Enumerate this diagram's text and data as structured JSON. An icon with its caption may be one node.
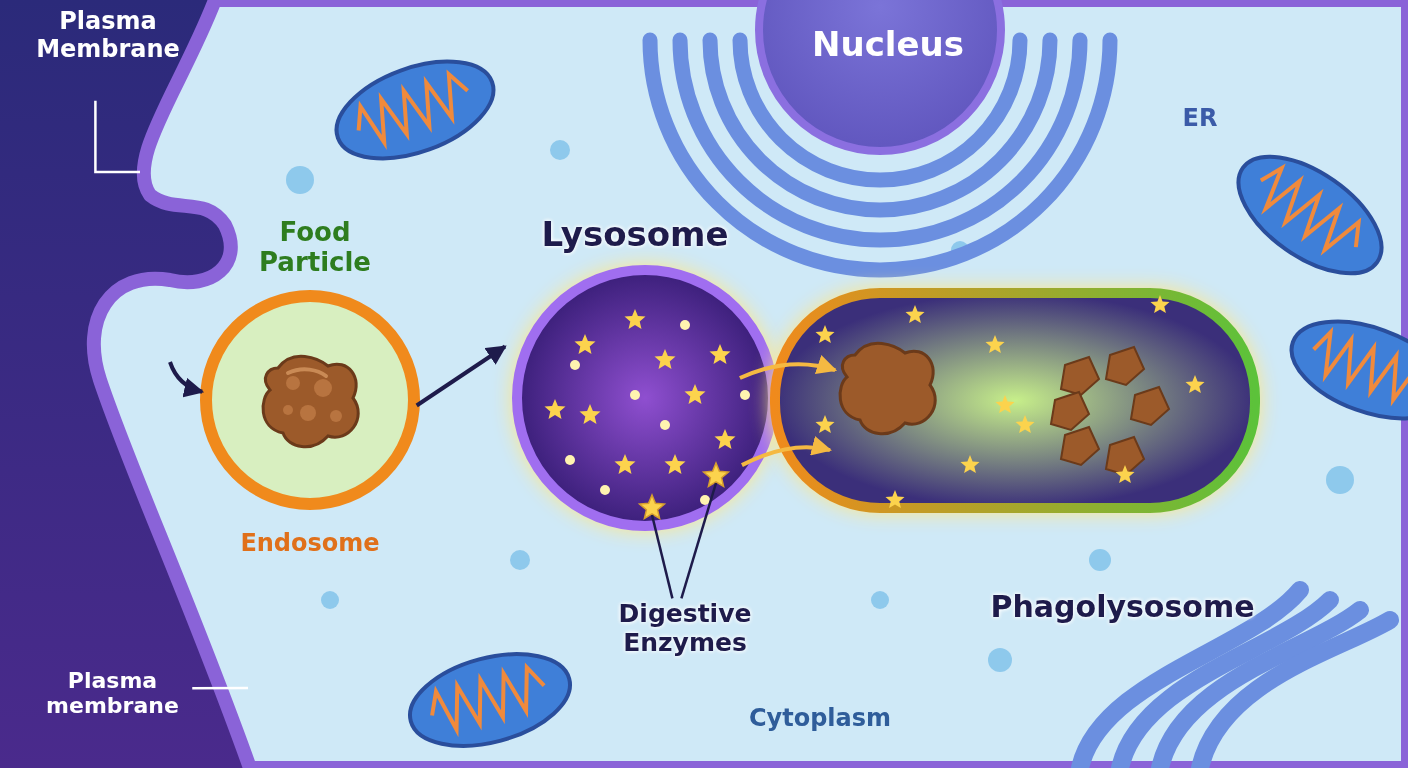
{
  "diagram": {
    "nodes": [
      {
        "text": [
          "Plasma Membrane"
        ]
      },
      {
        "text": [
          "Nucleus"
        ]
      },
      {
        "text": [
          "Endosome"
        ]
      },
      {
        "text": [],
        "shape": "picture",
        "in": 2
      },
      {
        "text": [
          "Lysosome"
        ]
      },
      {
        "text": [],
        "shape": "star",
        "in": 4
      },
      {
        "text": [],
        "shape": "star",
        "in": 4
      },
      {
        "text": [
          "Phagolysosome"
        ]
      },
      {
        "text": [
          "Digestive Enzymes"
        ]
      },
      {
        "text": [
          "Plasma membrane"
        ]
      }
    ],
    "edges": [
      {
        "from": 0,
        "to": null,
        "arrow": "none",
        "color": "#ffffff"
      },
      {
        "from": null,
        "to": 2,
        "arrow": "to"
      },
      {
        "from": 2,
        "to": 4,
        "arrow": "to"
      },
      {
        "from": 4,
        "to": 7,
        "arrow": "to",
        "color": "#f5b942"
      },
      {
        "from": 4,
        "to": 7,
        "arrow": "to",
        "color": "#f5b942"
      },
      {
        "from": 8,
        "to": 5,
        "arrow": "none"
      },
      {
        "from": 8,
        "to": 6,
        "arrow": "none"
      },
      {
        "from": 9,
        "to": null,
        "arrow": "none",
        "color": "#ffffff"
      }
    ],
    "labels": [
      "Food Particle",
      "ER",
      "Cytoplasm"
    ]
  }
}
